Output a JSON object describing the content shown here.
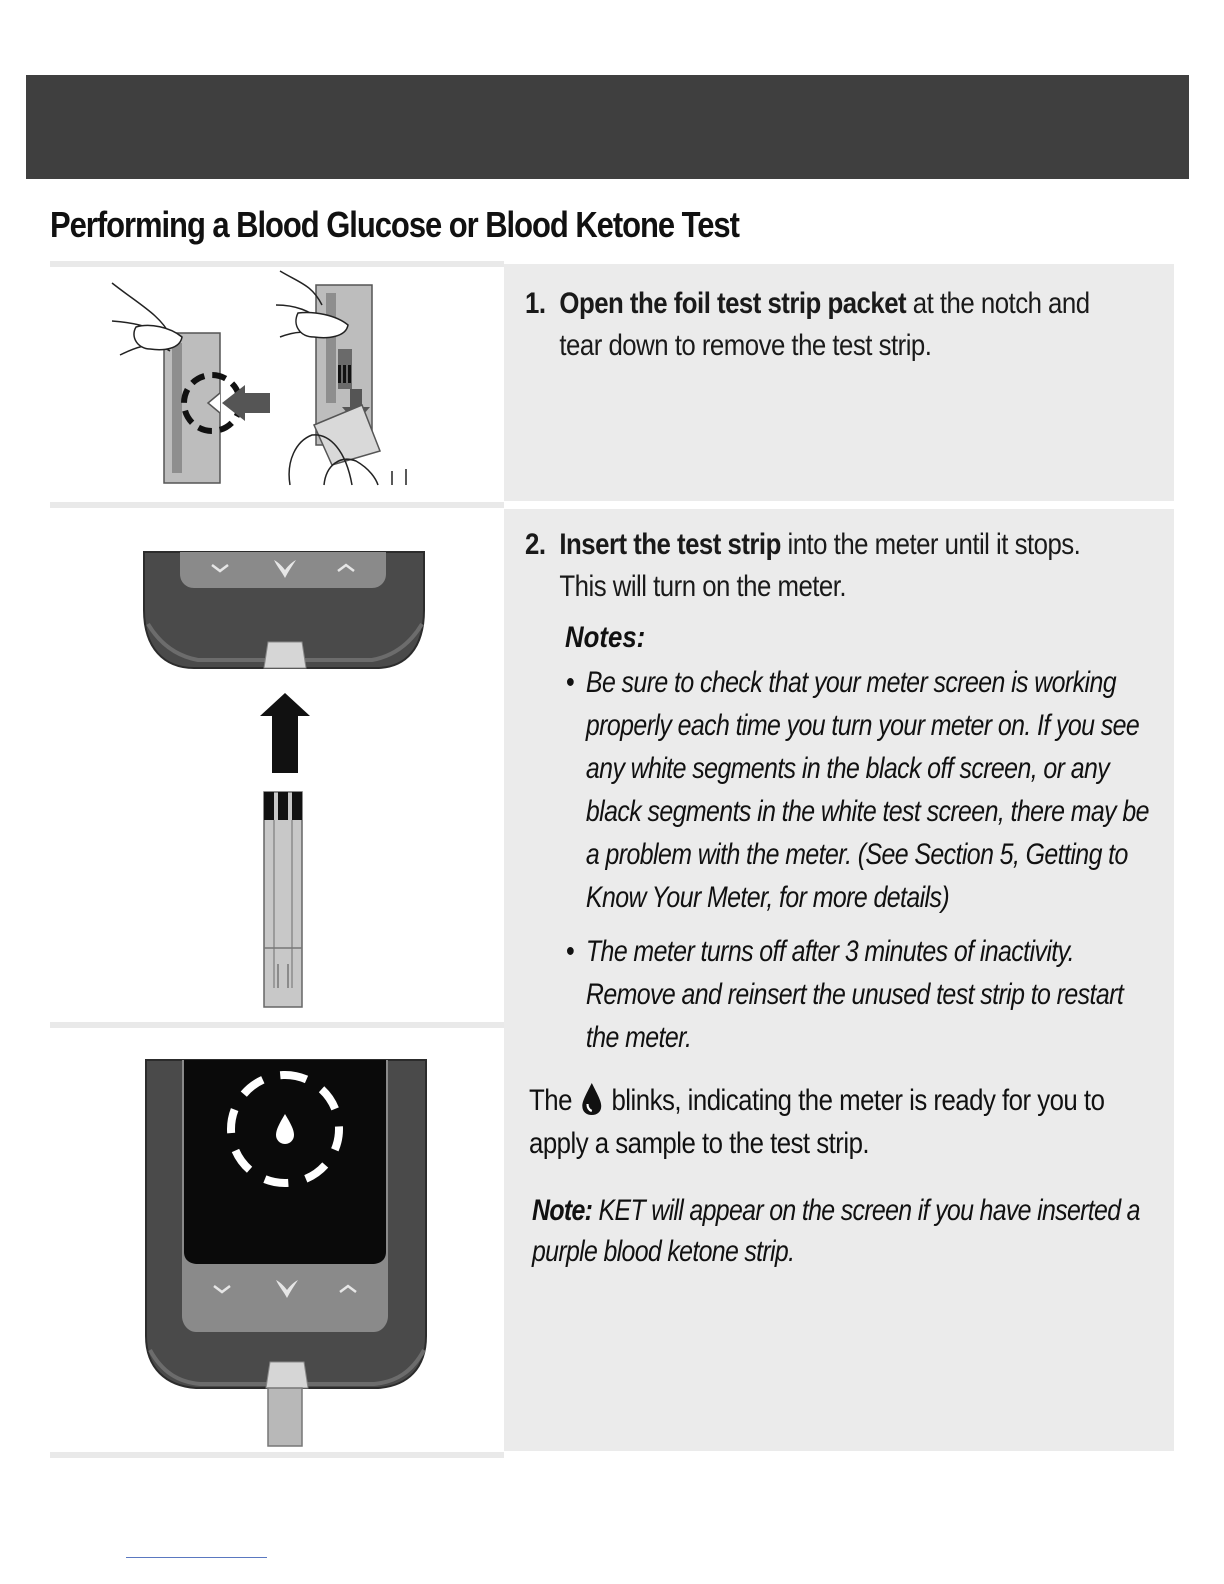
{
  "header": {
    "title": "Performing a Blood Glucose or Blood Ketone Test"
  },
  "steps": [
    {
      "number": "1.",
      "bold": "Open the foil test strip packet",
      "text": " at the notch and tear down to remove the test strip."
    },
    {
      "number": "2.",
      "bold": "Insert the test strip",
      "text": " into the meter until it stops. This will turn on the meter.",
      "notes_heading": "Notes:",
      "notes": [
        "Be sure to check that your meter screen is working properly each time you turn your meter on. If you see any white segments in the black off screen, or any black segments in the white test screen, there may be a problem with the meter. (See Section 5, Getting to Know Your Meter, for more details)",
        "The meter turns off after 3 minutes of inactivity. Remove and reinsert the unused test strip to restart the meter."
      ]
    }
  ],
  "blink_paragraph": {
    "before": "The",
    "icon": "blood-drop-icon",
    "after": "blinks, indicating the meter is ready for you to apply a sample to the test strip."
  },
  "ket_note": {
    "label": "Note:",
    "text": " KET will appear on the screen if you have inserted a purple blood ketone strip."
  },
  "bullet_glyph": "•",
  "colors": {
    "header_bar": "#3f3f3f",
    "panel": "#ebebeb",
    "meter_body": "#4a4a4a",
    "meter_screen": "#0a0a0a"
  }
}
